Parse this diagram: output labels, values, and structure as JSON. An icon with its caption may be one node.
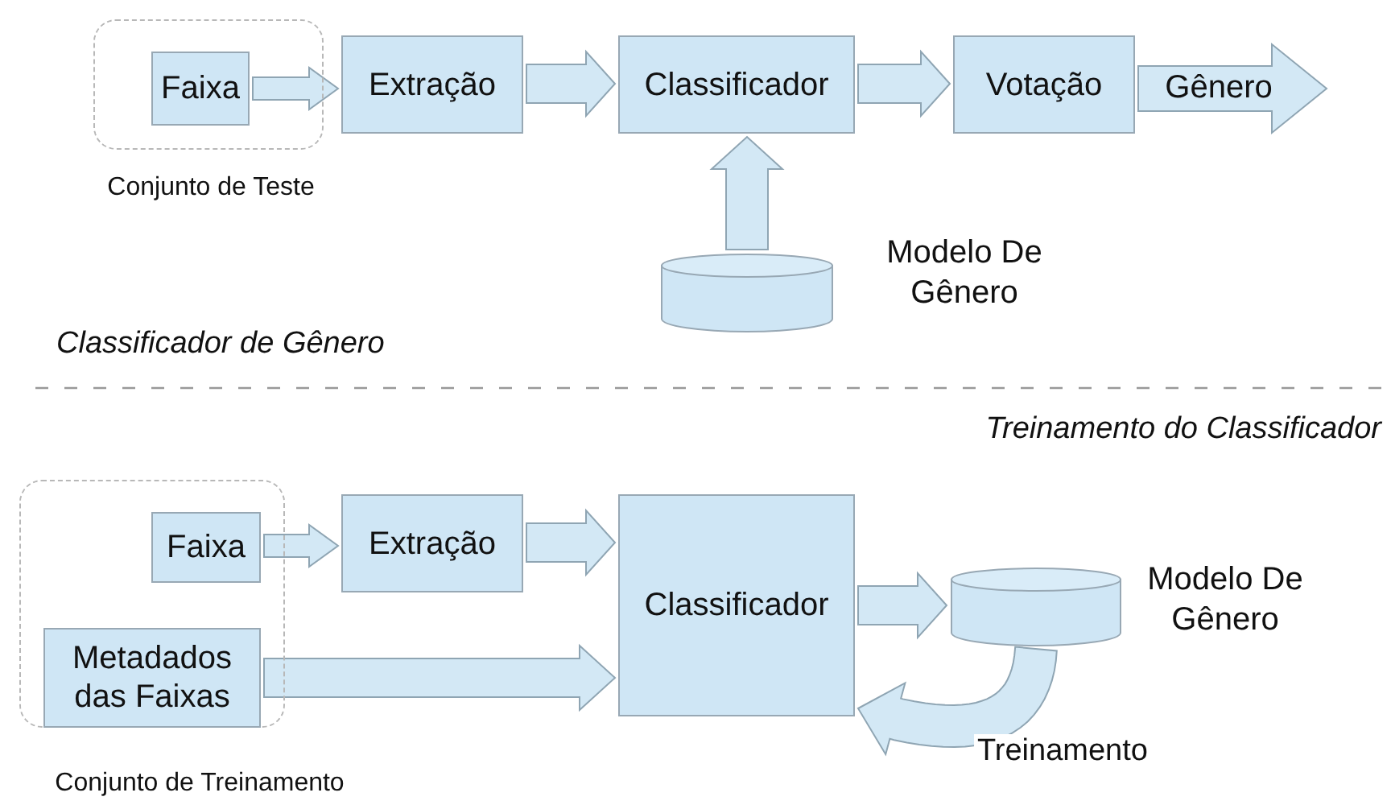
{
  "diagram": {
    "nodes": [
      {
        "text": [
          "Conjunto de Teste"
        ]
      },
      {
        "text": [
          "Faixa"
        ],
        "in": 0
      },
      {
        "text": [
          "Extração"
        ]
      },
      {
        "text": [
          "Classificador"
        ]
      },
      {
        "text": [
          "Votação"
        ]
      },
      {
        "text": [],
        "shape": "cylinder",
        "beside": [
          "Modelo De Gênero"
        ]
      },
      {
        "text": [
          "Conjunto de Treinamento"
        ]
      },
      {
        "text": [
          "Faixa"
        ],
        "in": 6
      },
      {
        "text": [
          "Metadados das Faixas"
        ],
        "in": 6
      },
      {
        "text": [
          "Extração"
        ]
      },
      {
        "text": [
          "Classificador"
        ]
      },
      {
        "text": [],
        "shape": "cylinder",
        "beside": [
          "Modelo De Gênero"
        ]
      }
    ],
    "edges": [
      {
        "from": 1,
        "to": 2,
        "arrow": "to"
      },
      {
        "from": 2,
        "to": 3,
        "arrow": "to"
      },
      {
        "from": 3,
        "to": 4,
        "arrow": "to"
      },
      {
        "from": 4,
        "to": null,
        "arrow": "to",
        "label": "Gênero"
      },
      {
        "from": 5,
        "to": 3,
        "arrow": "to"
      },
      {
        "from": 7,
        "to": 9,
        "arrow": "to"
      },
      {
        "from": 9,
        "to": 10,
        "arrow": "to"
      },
      {
        "from": 8,
        "to": 10,
        "arrow": "to"
      },
      {
        "from": 10,
        "to": 11,
        "arrow": "to"
      },
      {
        "from": 11,
        "to": 10,
        "arrow": "to",
        "label": "Treinamento"
      }
    ],
    "labels": [
      "Classificador de Gênero",
      "Treinamento do Classificador"
    ]
  }
}
